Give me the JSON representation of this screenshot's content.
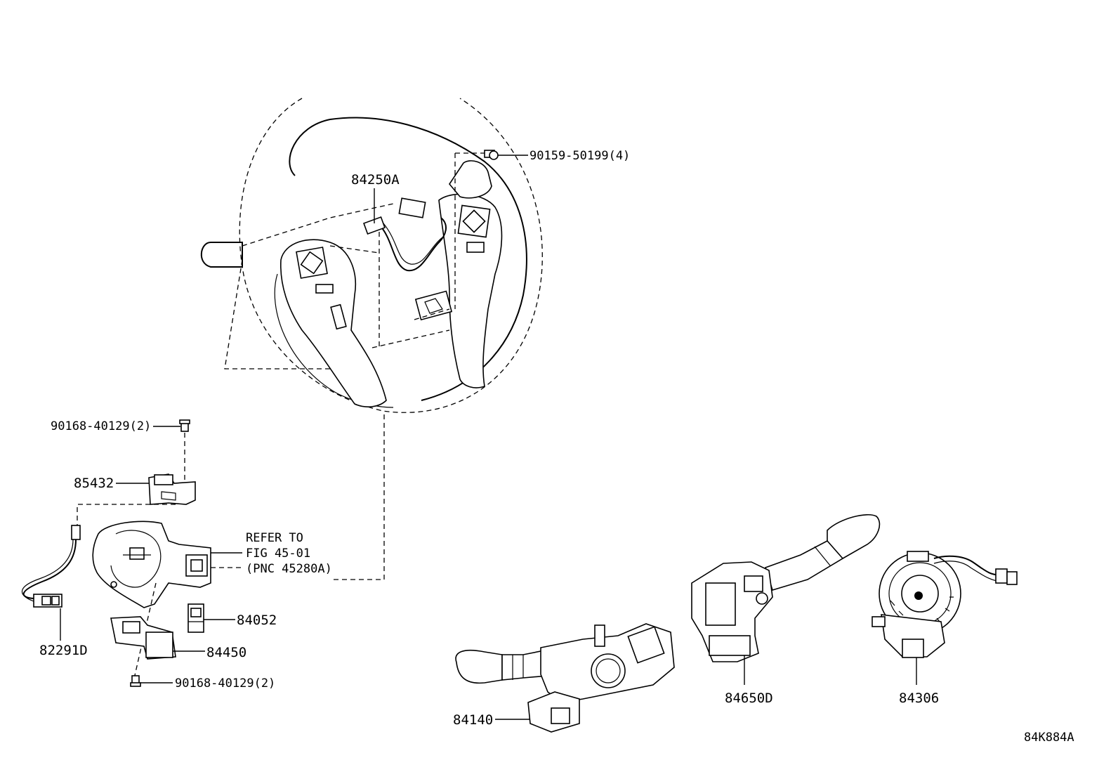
{
  "labels": {
    "bolt_90159": "90159-50199(4)",
    "wheel_switch": "84250A",
    "screw_top": "90168-40129(2)",
    "part_85432": "85432",
    "refer_line1": "REFER TO",
    "refer_line2": "FIG 45-01",
    "refer_line3": "(PNC 45280A)",
    "part_84052": "84052",
    "part_82291D": "82291D",
    "part_84450": "84450",
    "screw_bottom": "90168-40129(2)",
    "part_84140": "84140",
    "part_84650D": "84650D",
    "part_84306": "84306",
    "figure_code": "84K884A"
  }
}
